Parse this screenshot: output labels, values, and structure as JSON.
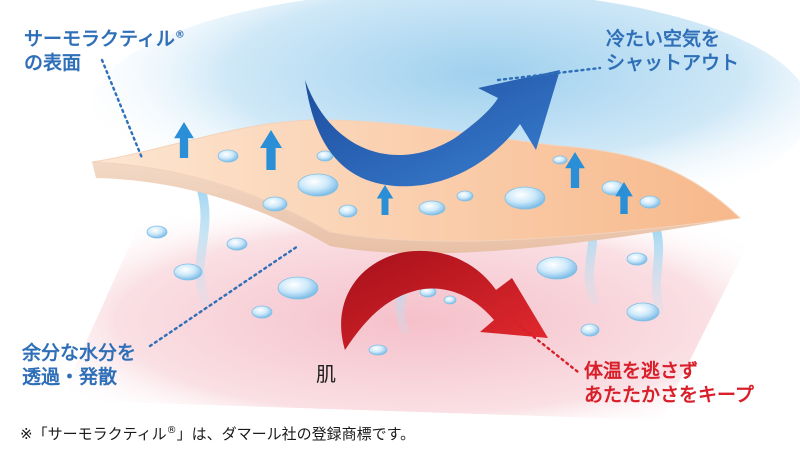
{
  "colors": {
    "cold_label": "#2f6fb8",
    "warm_label": "#d81f2a",
    "fabric": "#f9c8a2",
    "skin": "#f7cbd2",
    "cold_arrow": "#1f55a8",
    "warm_arrow": "#c8141e",
    "vapor_arrow": "#2a8fd6"
  },
  "labels": {
    "surface_line1": "サーモラクティル",
    "surface_mark": "®",
    "surface_line2": "の表面",
    "cold_line1": "冷たい空気を",
    "cold_line2": "シャットアウト",
    "moisture_line1": "余分な水分を",
    "moisture_line2": "透過・発散",
    "skin": "肌",
    "warm_line1": "体温を逃さず",
    "warm_line2": "あたたかさをキープ"
  },
  "footnote": {
    "prefix": "※「サーモラクティル",
    "mark": "®",
    "suffix": "」は、ダマール社の登録商標です。"
  },
  "icons": {
    "cold_air_arrow": "curved-arrow-up-right-icon",
    "warm_air_arrow": "curved-arrow-down-right-icon",
    "vapor_arrow": "arrow-up-icon",
    "water_droplet": "water-droplet-icon"
  }
}
